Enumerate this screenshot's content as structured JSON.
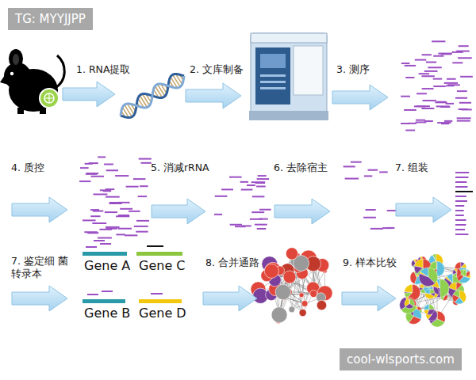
{
  "diagram": {
    "nodes": [
      {
        "text": [
          "1. RNA提取"
        ]
      },
      {
        "text": [
          "2. 文库制备"
        ]
      },
      {
        "text": [
          "3. 测序"
        ]
      },
      {
        "text": [
          "4. 质控"
        ]
      },
      {
        "text": [
          "5. 消减rRNA"
        ]
      },
      {
        "text": [
          "6. 去除宿主"
        ]
      },
      {
        "text": [
          "7. 组装"
        ]
      },
      {
        "text": [
          "7. 鉴定细 菌转录本"
        ]
      },
      {
        "text": [
          "8. 合并通路"
        ]
      },
      {
        "text": [
          "9. 样本比较"
        ]
      }
    ],
    "labels": [
      "TG: MYYJJPP",
      "Gene A",
      "Gene C",
      "Gene B",
      "Gene D",
      "cool-wlsports.com"
    ]
  }
}
